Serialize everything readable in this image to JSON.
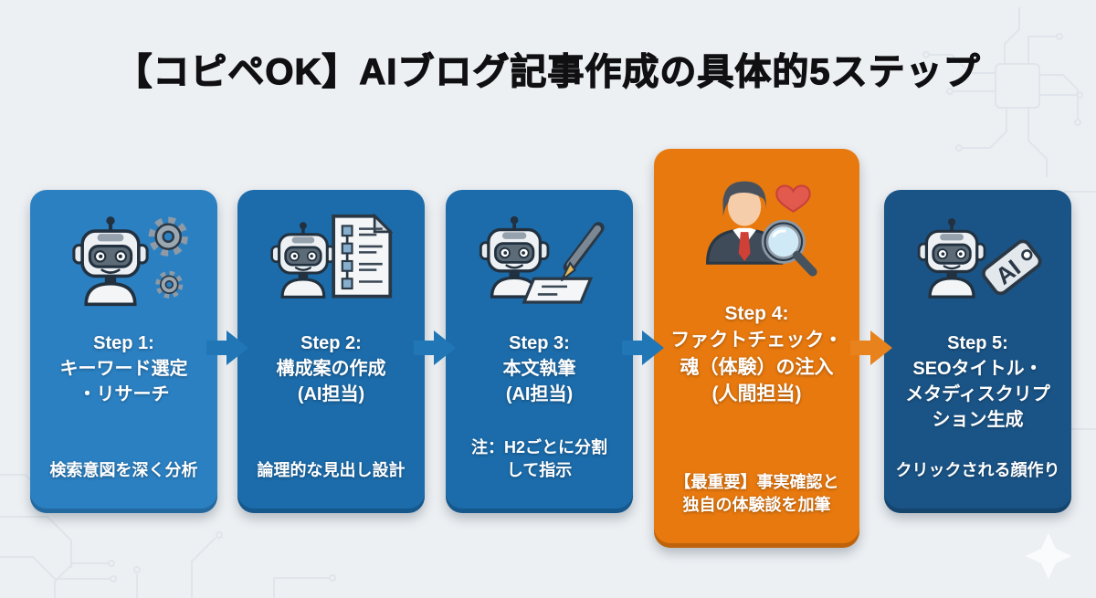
{
  "title": "【コピペOK】AIブログ記事作成の具体的5ステップ",
  "steps": [
    {
      "heading": "Step 1:\nキーワード選定\n・リサーチ",
      "note": "検索意図を深く分析",
      "color": "#2b80c2",
      "icon": "robot-with-gears"
    },
    {
      "heading": "Step 2:\n構成案の作成\n(AI担当)",
      "note": "論理的な見出し設計",
      "color": "#1c6cab",
      "icon": "robot-with-document"
    },
    {
      "heading": "Step 3:\n本文執筆\n(AI担当)",
      "note": "注：H2ごとに分割\nして指示",
      "color": "#1c6cab",
      "icon": "robot-writing"
    },
    {
      "heading": "Step 4:\nファクトチェック・\n魂（体験）の注入\n(人間担当)",
      "note": "【最重要】事実確認と\n独自の体験談を加筆",
      "color": "#e8790e",
      "icon": "human-factcheck"
    },
    {
      "heading": "Step 5:\nSEOタイトル・\nメタディスクリプ\nション生成",
      "note": "クリックされる顔作り",
      "color": "#1a5486",
      "icon": "robot-with-ai-tag",
      "tag_label": "AI"
    }
  ],
  "arrows": [
    {
      "color": "#2176b5"
    },
    {
      "color": "#2176b5"
    },
    {
      "color": "#2176b5"
    },
    {
      "color": "#e8821c"
    }
  ],
  "colors": {
    "background": "#edf0f3",
    "title_text": "#101013",
    "card_text": "#ffffff",
    "circuit_lines": "#dfe5ea",
    "sparkle": "#fafbfd"
  }
}
